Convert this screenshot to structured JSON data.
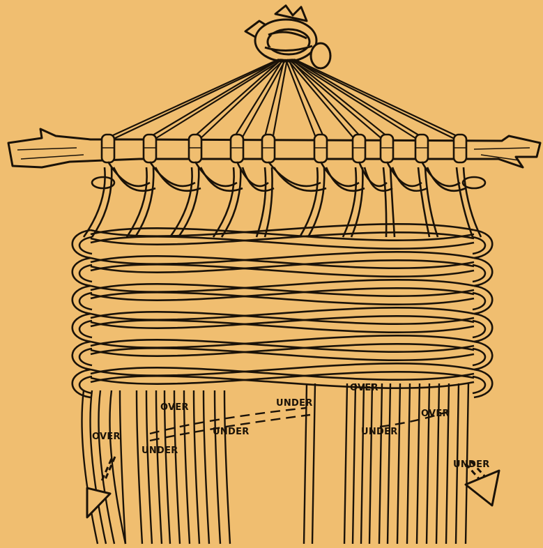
{
  "diagram": {
    "background_color": "#f0be70",
    "ink_color": "#1a1208",
    "labels": {
      "over_1": "OVER",
      "under_1": "UNDER",
      "over_2": "OVER",
      "under_2": "UNDER",
      "under_3": "UNDER",
      "over_3": "OVER",
      "over_4": "OVER",
      "under_4": "UNDER",
      "under_5": "UNDER"
    },
    "icons": [
      "knot-icon",
      "stick-icon",
      "cord-strands",
      "arrow-down-left-icon",
      "arrow-down-right-icon"
    ]
  }
}
